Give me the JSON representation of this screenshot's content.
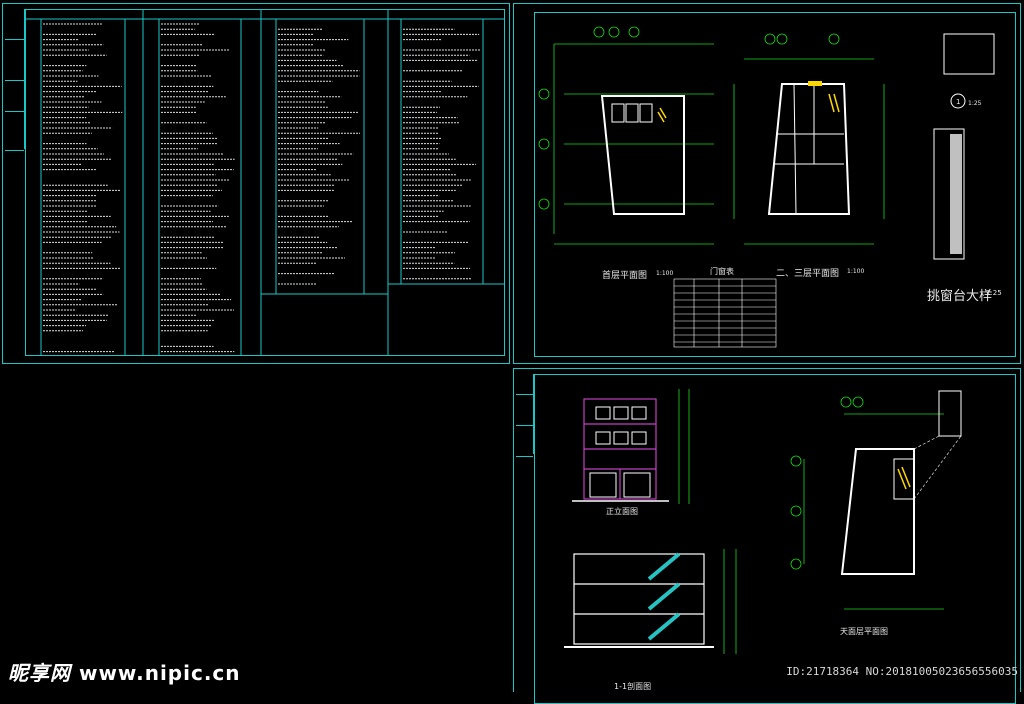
{
  "sheets": {
    "notes_sheet": {
      "columns": 4
    },
    "plans_sheet": {
      "titles": {
        "ground_floor_plan": "首层平面图",
        "second_third_floor_plan": "二、三层平面图",
        "window_sill_detail": "挑窗台大样",
        "door_window_table": "门窗表"
      },
      "scales": {
        "ground_floor_plan": "1:100",
        "second_third_floor_plan": "1:100",
        "window_sill_detail": "1:25",
        "detail_circle": "1:25"
      },
      "detail_marker": "1"
    },
    "elevation_sheet": {
      "titles": {
        "front_elevation": "正立面图",
        "roof_plan": "天面层平面图",
        "section": "1-1剖面图"
      }
    }
  },
  "watermark": {
    "site_cn": "昵享网",
    "site_url": "www.nipic.cn",
    "image_id": "ID:21718364 NO:20181005023656556035"
  },
  "colors": {
    "background": "#000000",
    "frame": "#18c8c8",
    "drawing_lines": "#ffffff",
    "dimension_lines": "#19d919",
    "highlight": "#ffd700",
    "section_fill": "#27c3c3",
    "facade_accent": "#c040c0"
  }
}
